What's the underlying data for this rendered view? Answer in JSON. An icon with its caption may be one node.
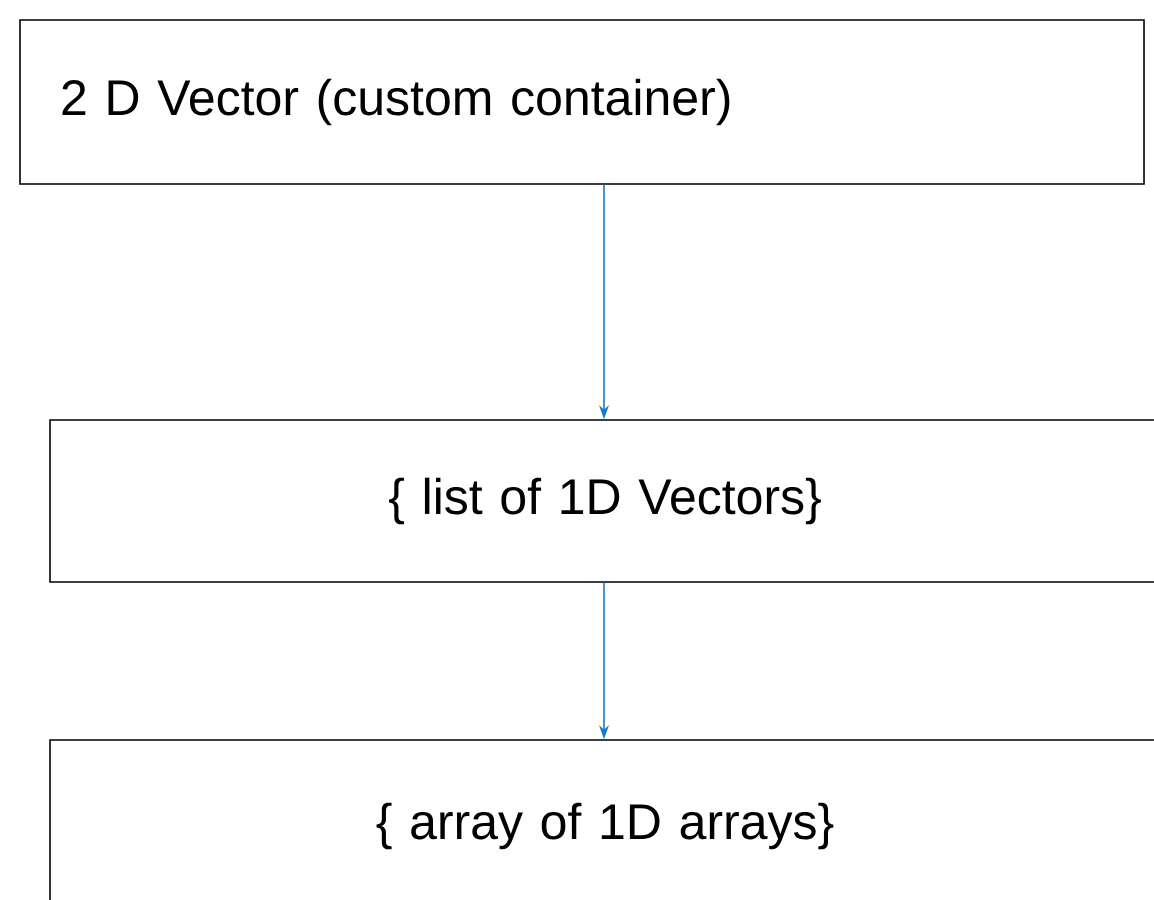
{
  "diagram": {
    "nodes": [
      {
        "text": [
          "2 D Vector (custom container)"
        ]
      },
      {
        "text": [
          "{ list of 1D Vectors}"
        ]
      },
      {
        "text": [
          "{ array of 1D arrays}"
        ]
      }
    ],
    "edges": [
      {
        "from": 0,
        "to": 1,
        "arrow": "to"
      },
      {
        "from": 1,
        "to": 2,
        "arrow": "to"
      }
    ]
  }
}
